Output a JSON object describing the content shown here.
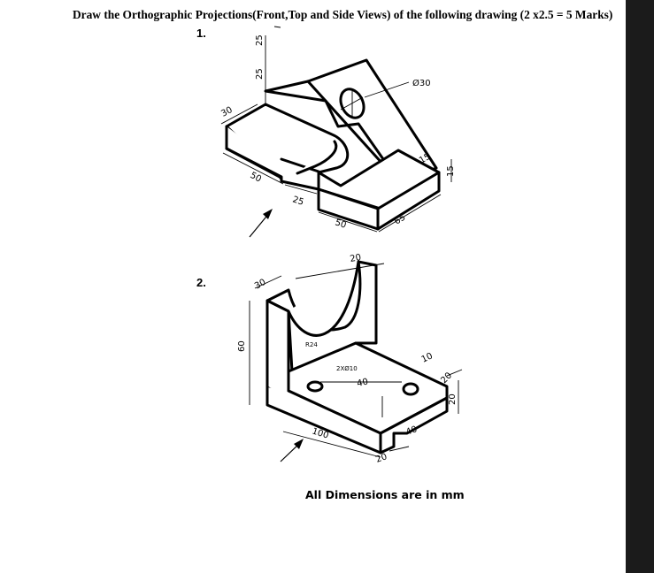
{
  "instruction": "Draw the Orthographic Projections(Front,Top and Side Views) of the following drawing  (2 x2.5 = 5 Marks)",
  "questions": [
    {
      "number": "1.",
      "dimensions": {
        "d25_a": "25",
        "d25_b": "25",
        "d30": "30",
        "hole": "Ø30",
        "d50_left": "50",
        "d25_slot": "25",
        "d50_front": "50",
        "d65": "65",
        "d15_a": "15",
        "d15_b": "15"
      }
    },
    {
      "number": "2.",
      "dimensions": {
        "d20_top": "20",
        "d30": "30",
        "d60": "60",
        "radius": "R24",
        "holes": "2XØ10",
        "d40_holes": "40",
        "d10": "10",
        "d20_right_a": "20",
        "d20_right_b": "20",
        "d100": "100",
        "d40_slot": "40",
        "d20_bottom": "20"
      }
    }
  ],
  "footer_note": "All Dimensions are in mm"
}
